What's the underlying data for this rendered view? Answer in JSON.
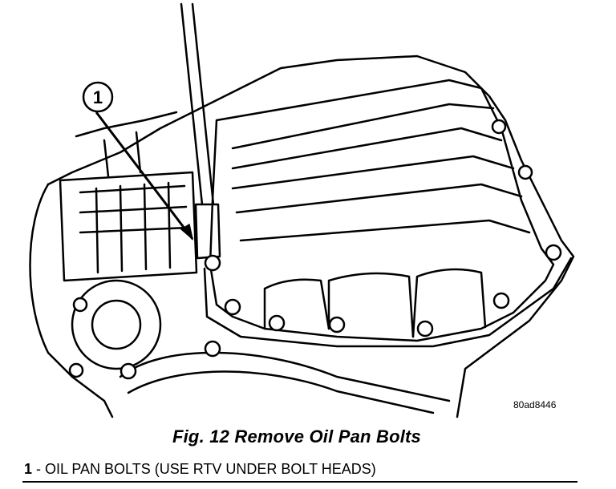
{
  "callout": {
    "number": "1"
  },
  "figure": {
    "reference_code": "80ad8446",
    "caption": "Fig. 12 Remove Oil Pan Bolts"
  },
  "legend": [
    {
      "number": "1",
      "separator": " - ",
      "text": "OIL PAN BOLTS (USE RTV UNDER BOLT HEADS)"
    }
  ]
}
